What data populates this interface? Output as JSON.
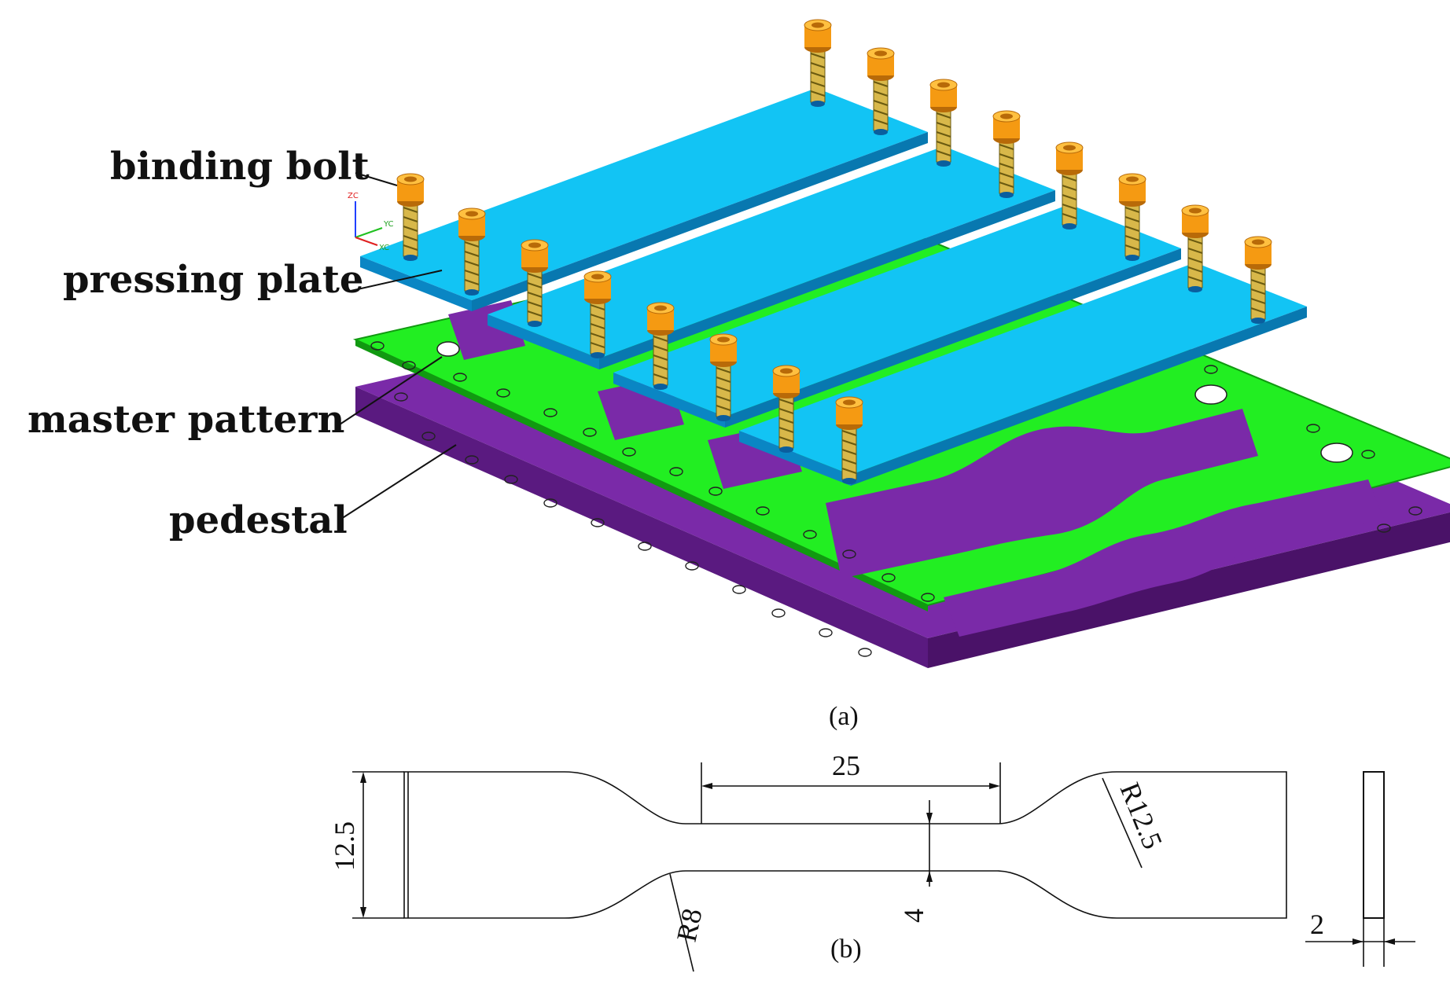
{
  "figure": {
    "panel_a": {
      "label": "(a)",
      "callouts": {
        "binding_bolt": "binding bolt",
        "pressing_plate": "pressing plate",
        "master_pattern": "master pattern",
        "pedestal": "pedestal"
      },
      "axis_triad": {
        "z": "ZC",
        "y": "YC",
        "x": "XC"
      },
      "colors": {
        "pressing_plate": "#12c4f4",
        "pressing_plate_side": "#0a86c4",
        "master_pattern": "#22ee22",
        "master_pattern_edge": "#119911",
        "pedestal_top": "#7a2aa8",
        "pedestal_side": "#5a1a80",
        "bolt": "#f59a12",
        "bolt_dark": "#b86a08",
        "spring": "#d8b84a"
      }
    },
    "panel_b": {
      "label": "(b)",
      "dimensions": {
        "gauge_length": "25",
        "width": "12.5",
        "gauge_width": "4",
        "radius_small": "R8",
        "radius_large": "R12.5",
        "thickness": "2"
      }
    }
  }
}
